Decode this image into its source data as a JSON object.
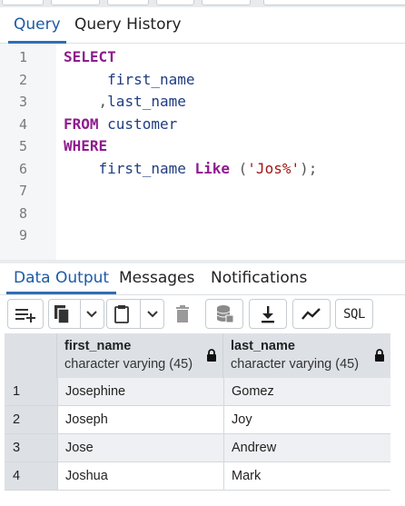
{
  "query_tabs": [
    {
      "label": "Query",
      "active": true
    },
    {
      "label": "Query History",
      "active": false
    }
  ],
  "editor": {
    "line_numbers": [
      "1",
      "2",
      "3",
      "4",
      "5",
      "6",
      "7",
      "8",
      "9"
    ],
    "lines": [
      [
        {
          "t": "kw",
          "v": "SELECT"
        }
      ],
      [
        {
          "t": "txt",
          "v": "     first_name"
        }
      ],
      [
        {
          "t": "op",
          "v": "    ,"
        },
        {
          "t": "txt",
          "v": "last_name"
        }
      ],
      [
        {
          "t": "kw",
          "v": "FROM"
        },
        {
          "t": "txt",
          "v": " customer"
        }
      ],
      [
        {
          "t": "kw",
          "v": "WHERE"
        }
      ],
      [
        {
          "t": "txt",
          "v": "    first_name "
        },
        {
          "t": "kw",
          "v": "Like"
        },
        {
          "t": "op",
          "v": " ("
        },
        {
          "t": "str",
          "v": "'Jos%'"
        },
        {
          "t": "op",
          "v": ");"
        }
      ],
      [],
      [],
      []
    ]
  },
  "output_tabs": [
    {
      "label": "Data Output",
      "active": true
    },
    {
      "label": "Messages",
      "active": false
    },
    {
      "label": "Notifications",
      "active": false
    }
  ],
  "toolbar": {
    "sql_label": "SQL"
  },
  "grid": {
    "columns": [
      {
        "name": "first_name",
        "type": "character varying (45)"
      },
      {
        "name": "last_name",
        "type": "character varying (45)"
      }
    ],
    "rows": [
      {
        "n": "1",
        "cells": [
          "Josephine",
          "Gomez"
        ]
      },
      {
        "n": "2",
        "cells": [
          "Joseph",
          "Joy"
        ]
      },
      {
        "n": "3",
        "cells": [
          "Jose",
          "Andrew"
        ]
      },
      {
        "n": "4",
        "cells": [
          "Joshua",
          "Mark"
        ]
      }
    ]
  },
  "colors": {
    "accent": "#2f6db5",
    "keyword": "#8e1c8e",
    "identifier": "#1f3d80",
    "string": "#a31515"
  }
}
